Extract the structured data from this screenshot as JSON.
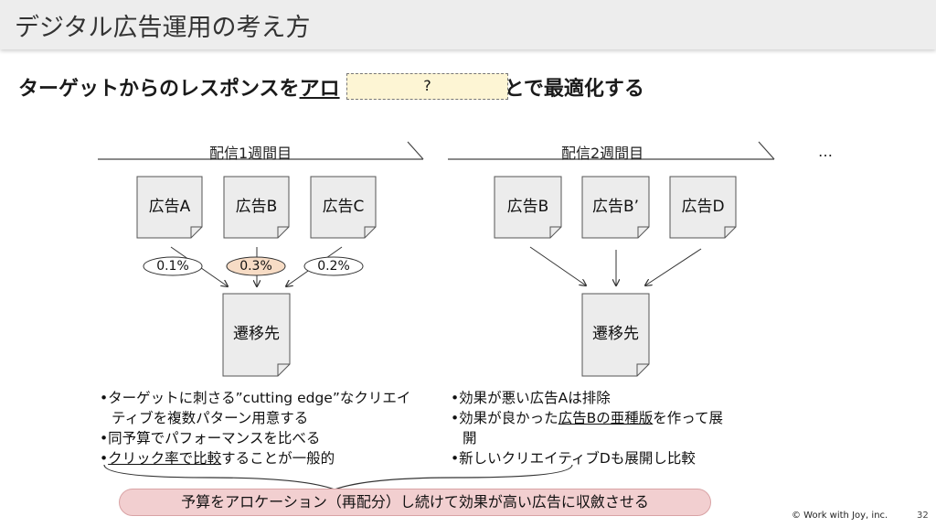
{
  "slide": {
    "title": "デジタル広告運用の考え方",
    "subtitle_before": "ターゲットからのレスポンスを",
    "subtitle_underlined": "アロ",
    "subtitle_after": "とで最適化する",
    "quiz_placeholder": "?",
    "week1": {
      "heading": "配信1週間目",
      "ads": [
        "広告A",
        "広告B",
        "広告C"
      ],
      "rates": [
        "0.1%",
        "0.3%",
        "0.2%"
      ],
      "destination": "遷移先",
      "bullets": {
        "b1_line1": "•ターゲットに刺さる”cutting edge”なクリエイ",
        "b1_line2": "ティブを複数パターン用意する",
        "b2": "•同予算でパフォーマンスを比べる",
        "b3_prefix": "•",
        "b3_underlined": "クリック率で比較",
        "b3_suffix": "することが一般的"
      }
    },
    "week2": {
      "heading": "配信2週間目",
      "ads": [
        "広告B",
        "広告B’",
        "広告D"
      ],
      "destination": "遷移先",
      "bullets": {
        "b1": "•効果が悪い広告Aは排除",
        "b2_prefix": "•効果が良かった",
        "b2_underlined": "広告Bの亜種版",
        "b2_suffix": "を作って展",
        "b2_line2": "開",
        "b3": "•新しいクリエイティブDも展開し比較"
      }
    },
    "ellipsis": "…",
    "banner": "予算をアロケーション（再配分）し続けて効果が高い広告に収斂させる",
    "copyright": "© Work with Joy, inc.",
    "page_number": "32",
    "colors": {
      "highlight_rate": "#f7dcc5",
      "quiz_box": "#fdf5d4",
      "banner": "#f2cfd0",
      "document_fill": "#ececec"
    }
  }
}
